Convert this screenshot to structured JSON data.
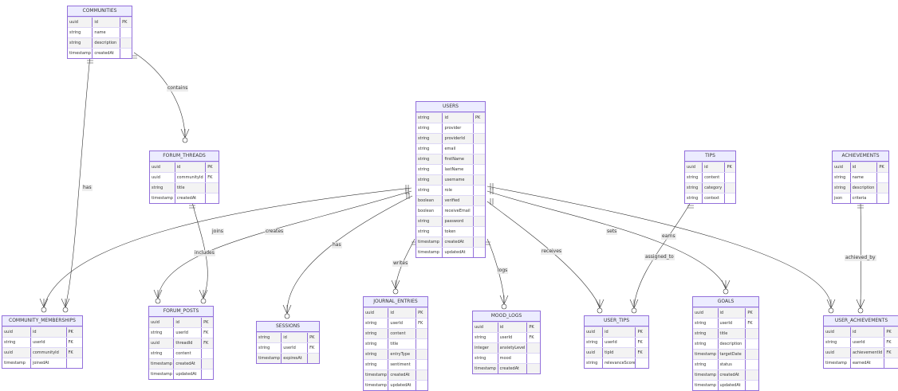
{
  "entities": [
    {
      "name": "COMMUNITIES",
      "rows": [
        [
          "uuid",
          "id",
          "PK"
        ],
        [
          "string",
          "name",
          ""
        ],
        [
          "string",
          "description",
          ""
        ],
        [
          "timestamp",
          "createdAt",
          ""
        ]
      ]
    },
    {
      "name": "USERS",
      "rows": [
        [
          "string",
          "id",
          "PK"
        ],
        [
          "string",
          "provider",
          ""
        ],
        [
          "string",
          "providerId",
          ""
        ],
        [
          "string",
          "email",
          ""
        ],
        [
          "string",
          "firstName",
          ""
        ],
        [
          "string",
          "lastName",
          ""
        ],
        [
          "string",
          "username",
          ""
        ],
        [
          "string",
          "role",
          ""
        ],
        [
          "boolean",
          "verified",
          ""
        ],
        [
          "boolean",
          "receiveEmail",
          ""
        ],
        [
          "string",
          "password",
          ""
        ],
        [
          "string",
          "token",
          ""
        ],
        [
          "timestamp",
          "createdAt",
          ""
        ],
        [
          "timestamp",
          "updatedAt",
          ""
        ]
      ]
    },
    {
      "name": "FORUM_THREADS",
      "rows": [
        [
          "uuid",
          "id",
          "PK"
        ],
        [
          "uuid",
          "communityId",
          "FK"
        ],
        [
          "string",
          "title",
          ""
        ],
        [
          "timestamp",
          "createdAt",
          ""
        ]
      ]
    },
    {
      "name": "TIPS",
      "rows": [
        [
          "uuid",
          "id",
          "PK"
        ],
        [
          "string",
          "content",
          ""
        ],
        [
          "string",
          "category",
          ""
        ],
        [
          "string",
          "context",
          ""
        ]
      ]
    },
    {
      "name": "ACHIEVEMENTS",
      "rows": [
        [
          "uuid",
          "id",
          "PK"
        ],
        [
          "string",
          "name",
          ""
        ],
        [
          "string",
          "description",
          ""
        ],
        [
          "json",
          "criteria",
          ""
        ]
      ]
    },
    {
      "name": "COMMUNITY_MEMBERSHIPS",
      "rows": [
        [
          "uuid",
          "id",
          "PK"
        ],
        [
          "string",
          "userId",
          "FK"
        ],
        [
          "uuid",
          "communityId",
          "FK"
        ],
        [
          "timestamp",
          "joinedAt",
          ""
        ]
      ]
    },
    {
      "name": "FORUM_POSTS",
      "rows": [
        [
          "uuid",
          "id",
          "PK"
        ],
        [
          "string",
          "userId",
          "FK"
        ],
        [
          "uuid",
          "threadId",
          "FK"
        ],
        [
          "string",
          "content",
          ""
        ],
        [
          "timestamp",
          "createdAt",
          ""
        ],
        [
          "timestamp",
          "updatedAt",
          ""
        ]
      ]
    },
    {
      "name": "SESSIONS",
      "rows": [
        [
          "string",
          "id",
          "PK"
        ],
        [
          "string",
          "userId",
          "FK"
        ],
        [
          "timestamp",
          "expiresAt",
          ""
        ]
      ]
    },
    {
      "name": "JOURNAL_ENTRIES",
      "rows": [
        [
          "uuid",
          "id",
          "PK"
        ],
        [
          "string",
          "userId",
          "FK"
        ],
        [
          "string",
          "content",
          ""
        ],
        [
          "string",
          "title",
          ""
        ],
        [
          "string",
          "entryType",
          ""
        ],
        [
          "string",
          "sentiment",
          ""
        ],
        [
          "timestamp",
          "createdAt",
          ""
        ],
        [
          "timestamp",
          "updatedAt",
          ""
        ]
      ]
    },
    {
      "name": "MOOD_LOGS",
      "rows": [
        [
          "uuid",
          "id",
          "PK"
        ],
        [
          "string",
          "userId",
          "FK"
        ],
        [
          "integer",
          "anxietyLevel",
          ""
        ],
        [
          "string",
          "mood",
          ""
        ],
        [
          "timestamp",
          "createdAt",
          ""
        ]
      ]
    },
    {
      "name": "USER_TIPS",
      "rows": [
        [
          "uuid",
          "id",
          "PK"
        ],
        [
          "string",
          "userId",
          "FK"
        ],
        [
          "uuid",
          "tipId",
          "FK"
        ],
        [
          "string",
          "relevanceScore",
          ""
        ]
      ]
    },
    {
      "name": "GOALS",
      "rows": [
        [
          "uuid",
          "id",
          "PK"
        ],
        [
          "string",
          "userId",
          "FK"
        ],
        [
          "string",
          "title",
          ""
        ],
        [
          "string",
          "description",
          ""
        ],
        [
          "timestamp",
          "targetDate",
          ""
        ],
        [
          "string",
          "status",
          ""
        ],
        [
          "timestamp",
          "createdAt",
          ""
        ],
        [
          "timestamp",
          "updatedAt",
          ""
        ]
      ]
    },
    {
      "name": "USER_ACHIEVEMENTS",
      "rows": [
        [
          "uuid",
          "id",
          "PK"
        ],
        [
          "string",
          "userId",
          "FK"
        ],
        [
          "uuid",
          "achievementId",
          "FK"
        ],
        [
          "timestamp",
          "earnedAt",
          ""
        ]
      ]
    }
  ],
  "relationships": [
    {
      "label": "contains"
    },
    {
      "label": "has"
    },
    {
      "label": "joins"
    },
    {
      "label": "creates"
    },
    {
      "label": "includes"
    },
    {
      "label": "has"
    },
    {
      "label": "writes"
    },
    {
      "label": "logs"
    },
    {
      "label": "receives"
    },
    {
      "label": "sets"
    },
    {
      "label": "earns"
    },
    {
      "label": "assigned_to"
    },
    {
      "label": "achieved_by"
    }
  ],
  "colors": {
    "border": "#9370DB",
    "fill": "#ECECFF",
    "line": "#333333",
    "rowAlt": "#f3f3f3"
  }
}
